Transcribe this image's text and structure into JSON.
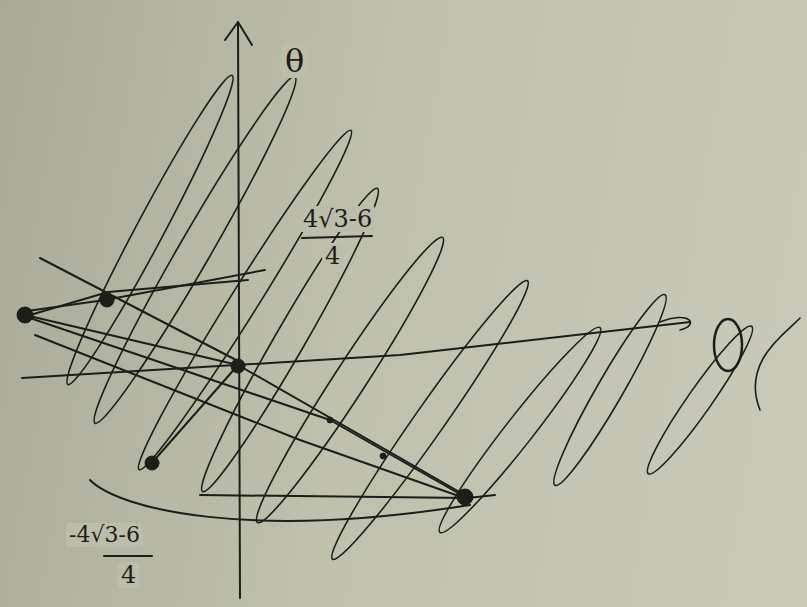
{
  "diagram": {
    "labels": [
      "θ",
      "4√3-6",
      "4",
      "-4√3-6",
      "4"
    ]
  }
}
